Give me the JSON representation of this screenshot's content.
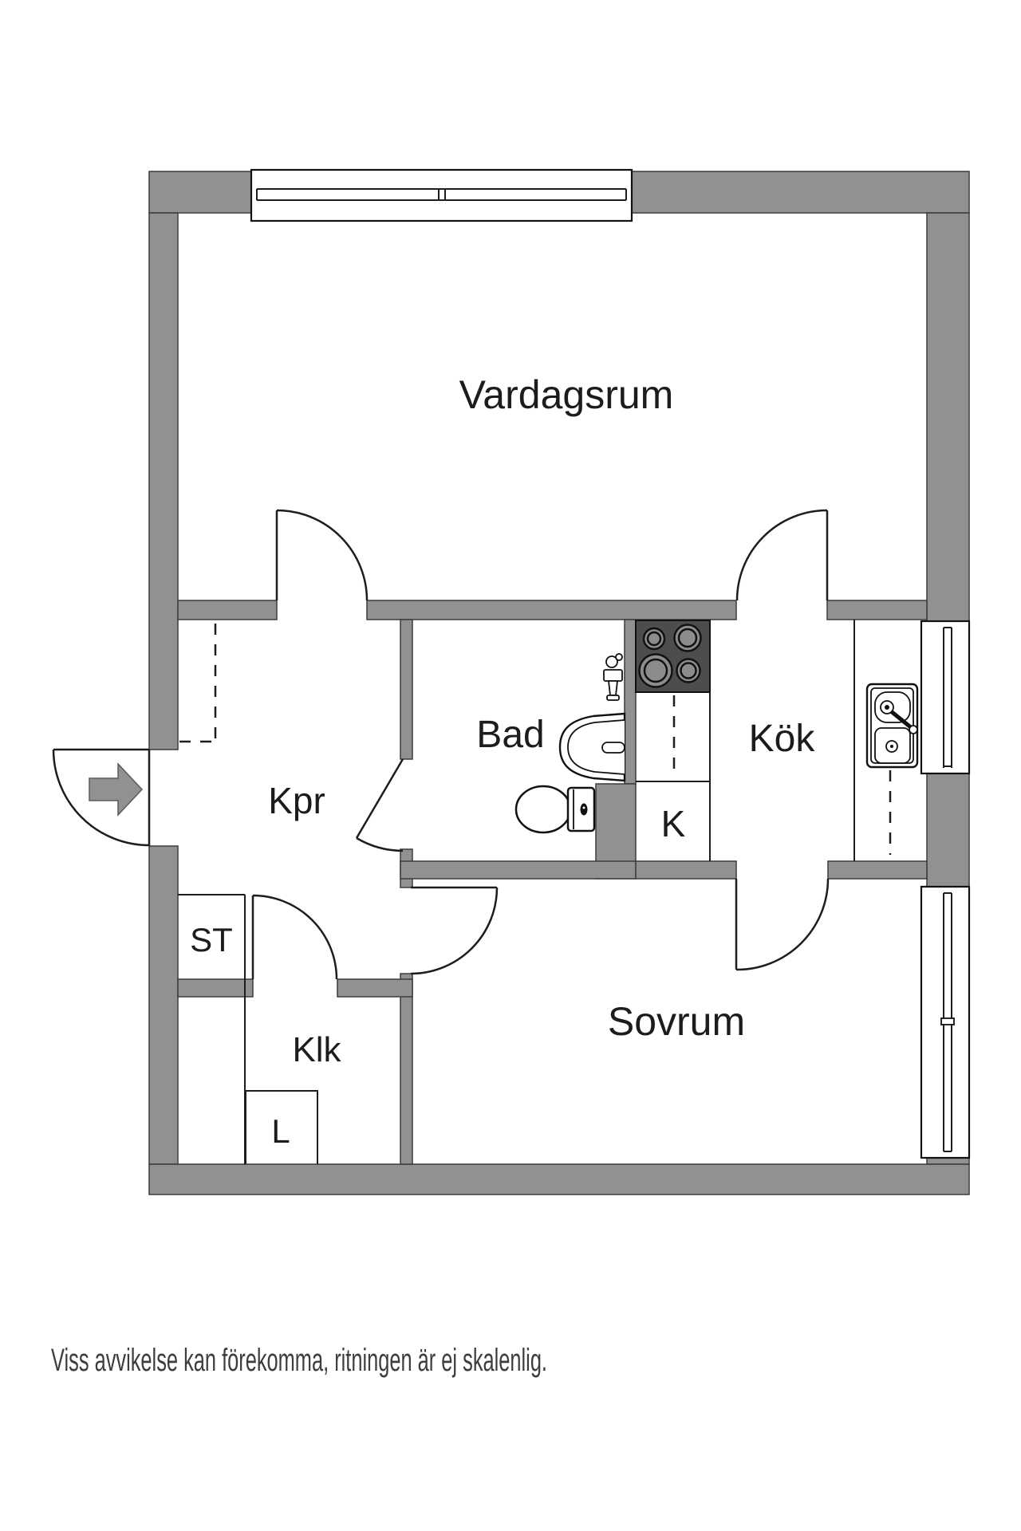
{
  "rooms": {
    "living_room": "Vardagsrum",
    "bathroom": "Bad",
    "kitchen": "Kök",
    "hallway": "Kpr",
    "fridge": "K",
    "storage": "ST",
    "closet": "Klk",
    "laundry": "L",
    "bedroom": "Sovrum"
  },
  "disclaimer": "Viss avvikelse kan förekomma, ritningen är ej skalenlig.",
  "colors": {
    "wall": "#919191",
    "stove": "#4d4d4d",
    "burner": "#8c8c8c",
    "line": "#1d1d1d",
    "text": "#1c1c1c",
    "note": "#3d3d3d",
    "background": "#ffffff"
  }
}
